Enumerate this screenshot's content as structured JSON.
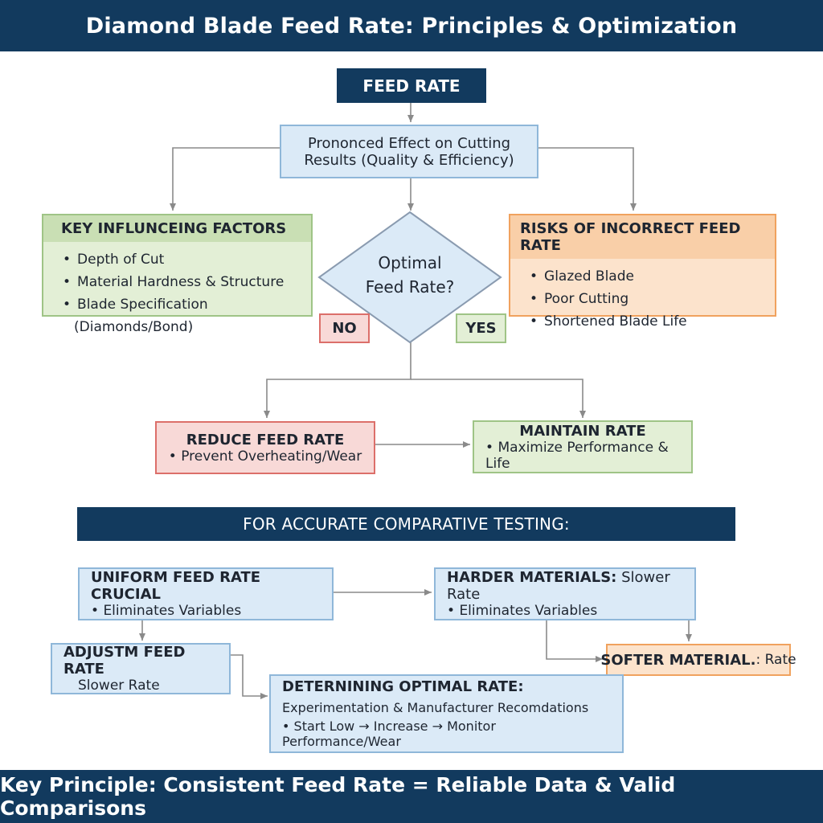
{
  "title": "Diamond Blade Feed Rate: Principles & Optimization",
  "feed_rate_label": "FEED RATE",
  "effect_box": {
    "line1": "Prononced Effect on Cutting",
    "line2": "Results (Quality & Efficiency)"
  },
  "factors": {
    "title": "KEY INFLUNCEING FACTORS",
    "items": [
      "Depth of Cut",
      "Material Hardness & Structure",
      "Blade Specification (Diamonds/Bond)"
    ]
  },
  "risks": {
    "title": "RISKS OF INCORRECT FEED RATE",
    "items": [
      "Glazed Blade",
      "Poor Cutting",
      "Shortened Blade Life"
    ]
  },
  "decision": {
    "line1": "Optimal",
    "line2": "Feed Rate?"
  },
  "no_label": "NO",
  "yes_label": "YES",
  "reduce": {
    "title": "REDUCE FEED RATE",
    "item": "Prevent Overheating/Wear"
  },
  "maintain": {
    "title": "MAINTAIN RATE",
    "item": "Maximize Performance & Life"
  },
  "testing_header": "FOR ACCURATE COMPARATIVE TESTING:",
  "uniform": {
    "title": "UNIFORM FEED RATE CRUCIAL",
    "item": "Eliminates Variables"
  },
  "harder": {
    "title": "HARDER MATERIALS:",
    "title_rest": " Slower Rate",
    "item": "Eliminates Variables"
  },
  "adjust": {
    "title": "ADJUSTM FEED RATE",
    "item": "Slower Rate"
  },
  "softer": {
    "title": "SOFTER MATERIAL.",
    "title_rest": ": Rate"
  },
  "determining": {
    "title": "DETERNINING OPTIMAL RATE:",
    "line1": "Experimentation & Manufacturer Recomdations",
    "line2": "Start Low → Increase → Monitor Performance/Wear"
  },
  "footer": "Key Principle: Consistent Feed Rate = Reliable Data & Valid Comparisons",
  "colors": {
    "navy": "#123a5e",
    "blue_fill": "#dbeaf7",
    "green_fill": "#e3efd6",
    "orange_fill": "#fce3cc",
    "red_fill": "#f8d9d7",
    "arrow": "#8a8a8a"
  }
}
